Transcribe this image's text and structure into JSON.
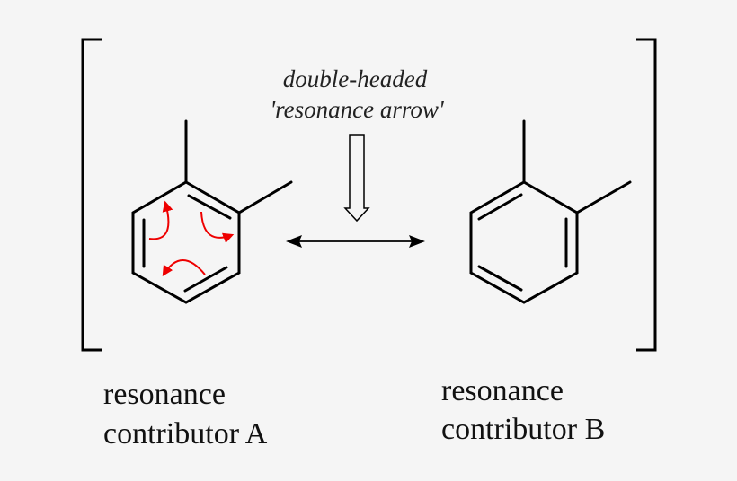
{
  "annotation": {
    "line1": "double-headed",
    "line2": "'resonance arrow'"
  },
  "contributors": [
    {
      "line1": "resonance",
      "line2": "contributor A"
    },
    {
      "line1": "resonance",
      "line2": "contributor B"
    }
  ],
  "colors": {
    "bonds": "#000000",
    "electron_arrows": "#e00000",
    "background": "#f5f5f5"
  }
}
